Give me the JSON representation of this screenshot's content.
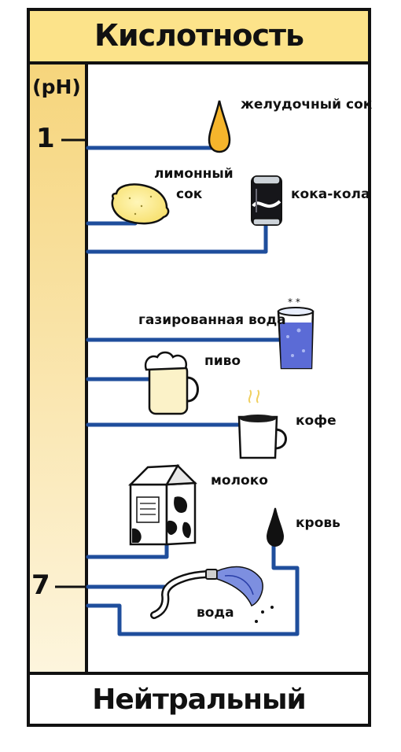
{
  "title": "Кислотность",
  "footer": "Нейтральный",
  "axis": {
    "unit_label": "(pH)",
    "ticks": [
      {
        "label": "1",
        "value": 1
      },
      {
        "label": "7",
        "value": 7
      }
    ]
  },
  "items": {
    "stomach_acid": "желудочный сок",
    "lemon_juice_line1": "лимонный",
    "lemon_juice_line2": "сок",
    "coca_cola": "кока-кола",
    "soda_water": "газированная вода",
    "beer": "пиво",
    "coffee": "кофе",
    "milk": "молоко",
    "blood": "кровь",
    "water": "вода"
  },
  "colors": {
    "header": "#fce38a",
    "axis_gradient_top": "#f6d57c",
    "axis_gradient_bottom": "#fdf5dd",
    "line": "#1f4e9c",
    "ink": "#111111"
  }
}
